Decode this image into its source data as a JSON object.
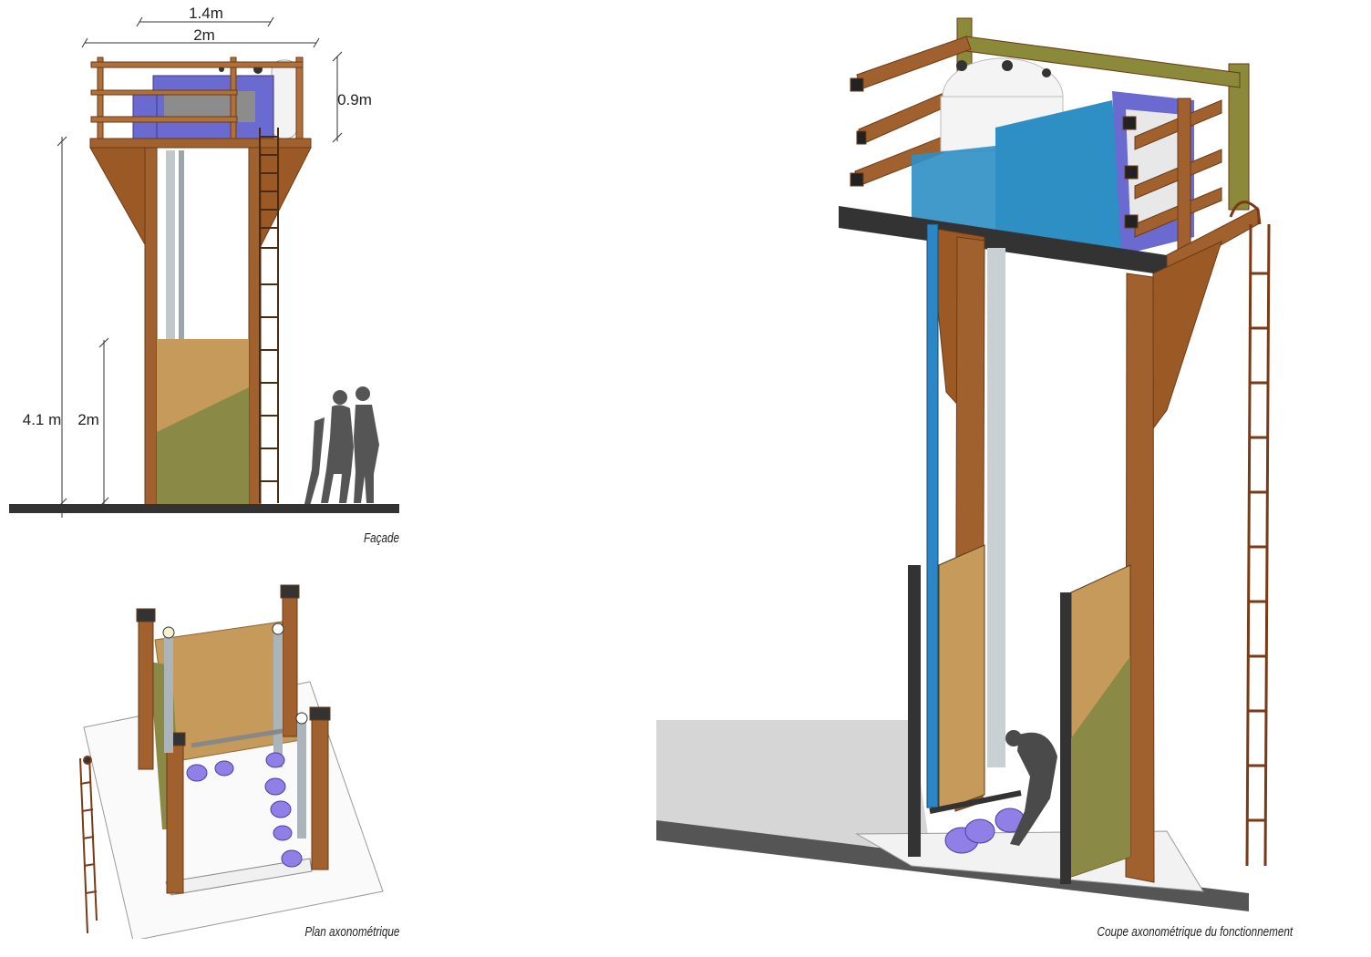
{
  "facade": {
    "caption": "Façade",
    "dimensions": {
      "top_width": "1.4m",
      "overall_width": "2m",
      "rail_height": "0.9m",
      "total_height": "4.1 m",
      "wall_height": "2m"
    }
  },
  "plan": {
    "caption": "Plan axonométrique"
  },
  "section": {
    "caption": "Coupe axonométrique du fonctionnement"
  },
  "colors": {
    "wood": "#a0612e",
    "wood_dark": "#6b3a16",
    "tank_blue": "#6a6ad0",
    "water_blue": "#2d8fc4",
    "pipe_blue": "#2b86c6",
    "plywood": "#c69a5a",
    "green_panel": "#8a8a46",
    "bucket": "#8f7fe6",
    "silhouette": "#555555"
  }
}
